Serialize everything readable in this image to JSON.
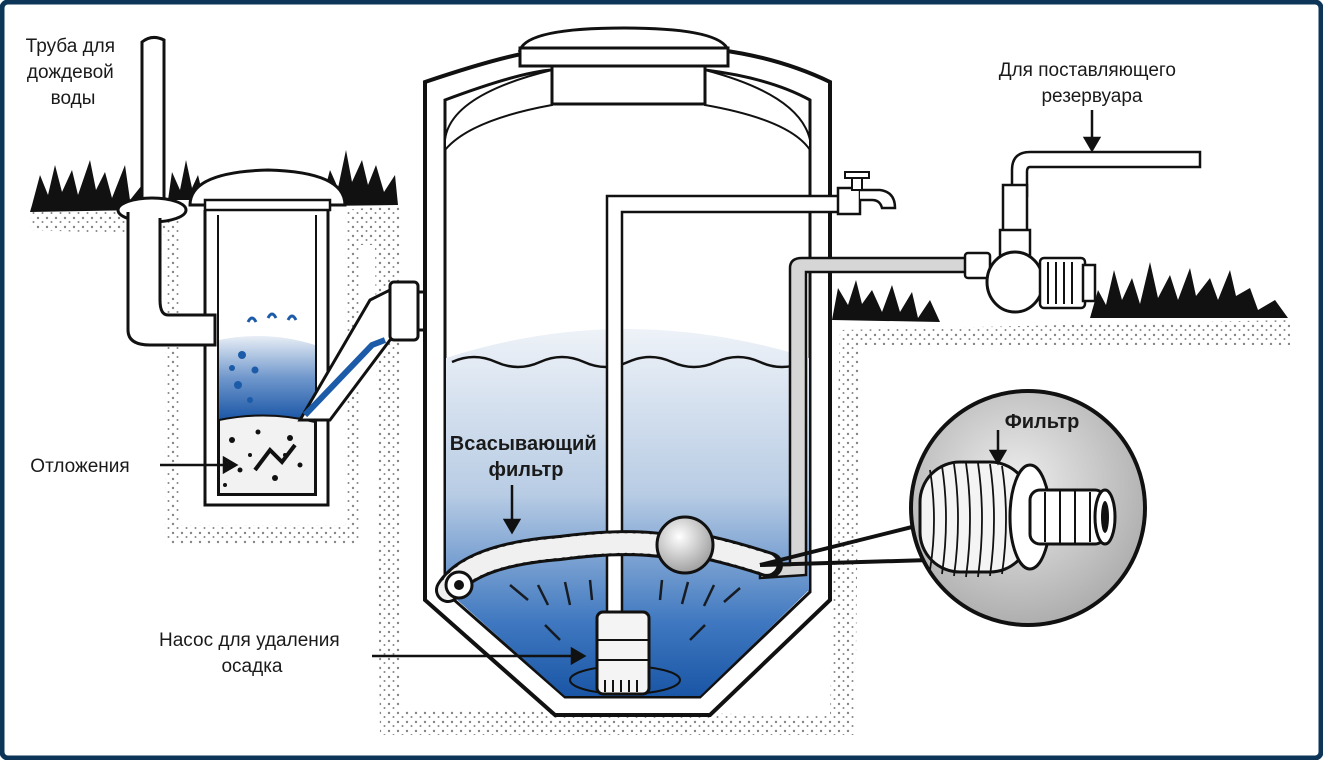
{
  "labels": {
    "rain_pipe": [
      "Труба для",
      "дождевой",
      "воды"
    ],
    "sediment": "Отложения",
    "supply_tank": [
      "Для поставляющего",
      "резервуара"
    ],
    "suction_filter": [
      "Всасывающий",
      "фильтр"
    ],
    "filter": "Фильтр",
    "sludge_pump": [
      "Насос для удаления",
      "осадка"
    ]
  },
  "colors": {
    "frame": "#0d3557",
    "ink": "#111111",
    "water_light": "#dde7f3",
    "water_dark": "#1c5ba8",
    "grey": "#cfcfcf"
  }
}
